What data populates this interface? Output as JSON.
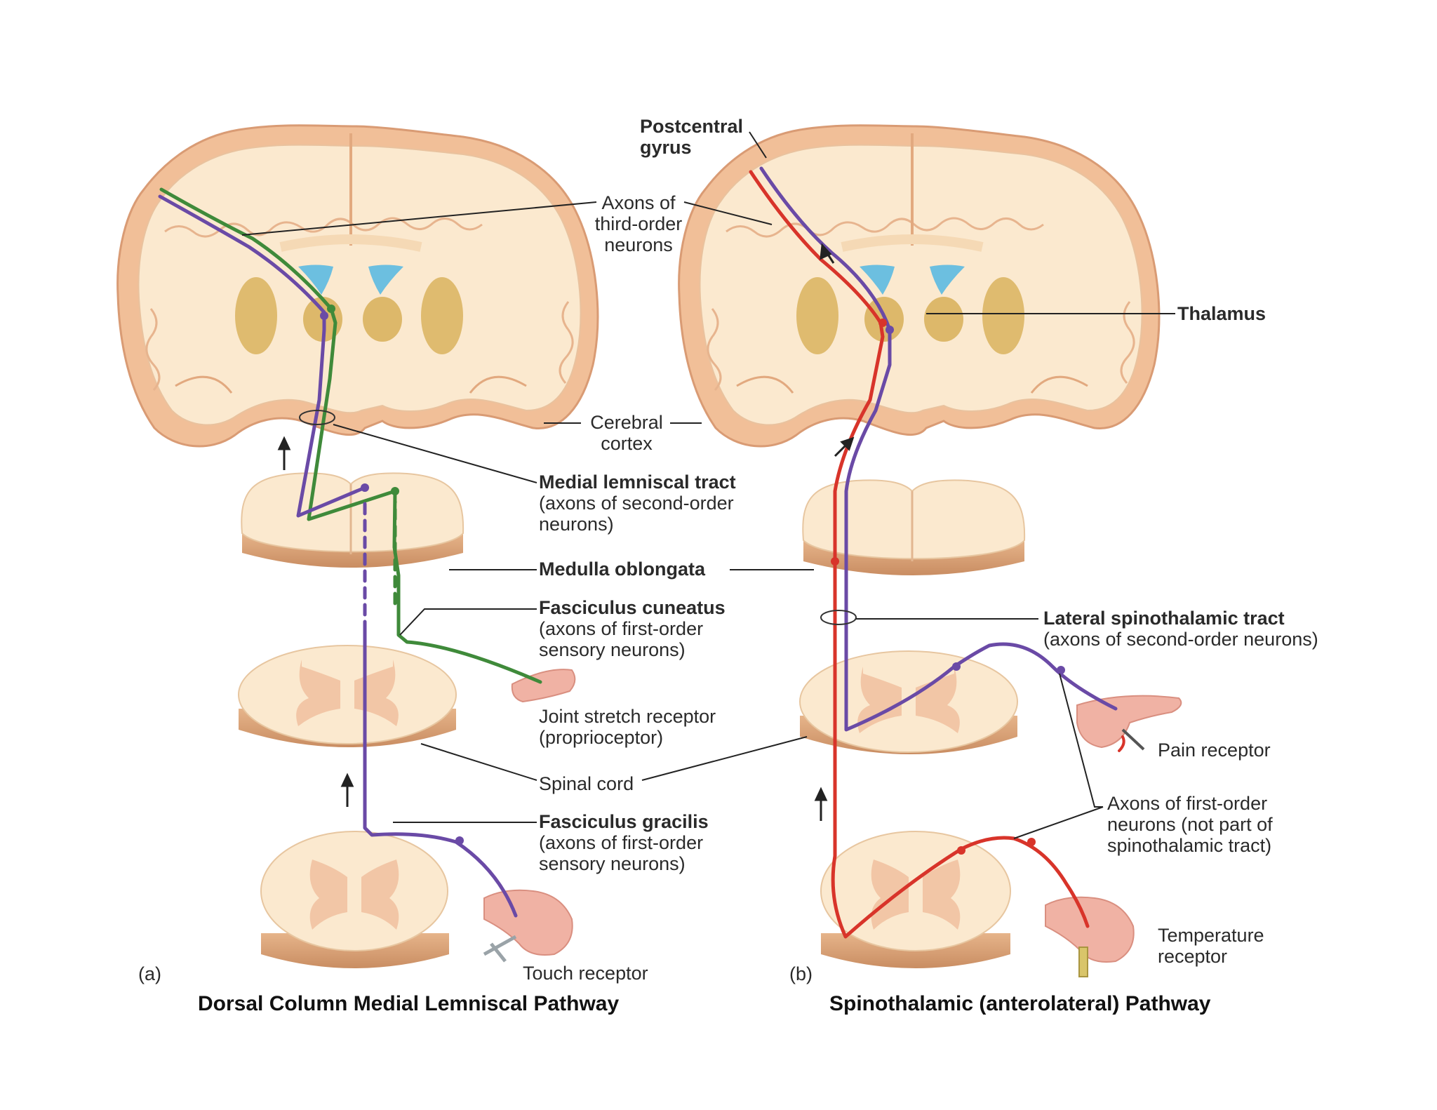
{
  "labels": {
    "postcentral": [
      "Postcentral",
      "gyrus"
    ],
    "axons_third": [
      "Axons of",
      "third-order",
      "neurons"
    ],
    "thalamus": "Thalamus",
    "cerebral_cortex": [
      "Cerebral",
      "cortex"
    ],
    "medial_lemniscal": [
      "Medial lemniscal tract",
      "(axons of second-order",
      "neurons)"
    ],
    "medulla": "Medulla oblongata",
    "fasciculus_cuneatus": [
      "Fasciculus cuneatus",
      "(axons of first-order",
      "sensory neurons)"
    ],
    "lateral_spinothalamic": [
      "Lateral spinothalamic tract",
      "(axons of second-order neurons)"
    ],
    "joint_stretch": [
      "Joint stretch receptor",
      "(proprioceptor)"
    ],
    "pain_receptor": "Pain receptor",
    "spinal_cord": "Spinal cord",
    "axons_first_not": [
      "Axons of first-order",
      "neurons (not part of",
      "spinothalamic tract)"
    ],
    "fasciculus_gracilis": [
      "Fasciculus gracilis",
      "(axons of first-order",
      "sensory neurons)"
    ],
    "temperature_receptor": [
      "Temperature",
      "receptor"
    ],
    "touch_receptor": "Touch receptor"
  },
  "panels": {
    "a": {
      "letter": "(a)",
      "title": "Dorsal Column Medial Lemniscal Pathway"
    },
    "b": {
      "letter": "(b)",
      "title": "Spinothalamic (anterolateral) Pathway"
    }
  },
  "colors": {
    "dcml_first_order": "#3f8a3a",
    "dcml_second_order": "#6a4aa6",
    "spinothalamic": "#d8342a",
    "tissue": "#fbe9cf",
    "gray_matter": "#f2c6a6",
    "thalamus": "#d9b35e",
    "ventricle": "#6cbfe0"
  }
}
